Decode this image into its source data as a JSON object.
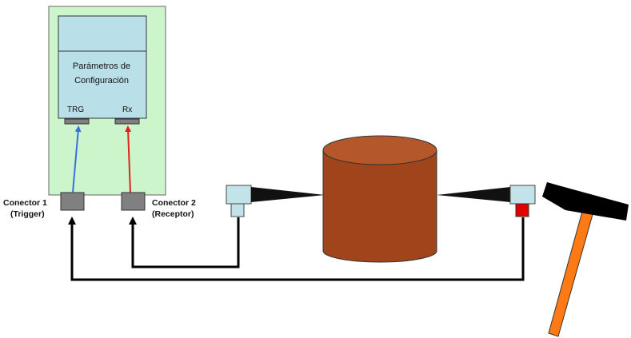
{
  "device": {
    "config_line1": "Parámetros de",
    "config_line2": "Configuración",
    "port_trg": "TRG",
    "port_rx": "Rx"
  },
  "connectors": {
    "c1_line1": "Conector 1",
    "c1_line2": "(Trigger)",
    "c2_line1": "Conector 2",
    "c2_line2": "(Receptor)"
  },
  "colors": {
    "device_body": "#ccf5cc",
    "screen": "#b9dfe8",
    "port_gray": "#808080",
    "trigger_arrow": "#3a6fe0",
    "receptor_arrow": "#e02020",
    "cable": "#000000",
    "specimen_side": "#a0441c",
    "specimen_top": "#b4582c",
    "sensor": "#c3e3ea",
    "trigger_tip": "#e00000",
    "hammer_handle": "#ff7a14",
    "hammer_head": "#000000"
  }
}
